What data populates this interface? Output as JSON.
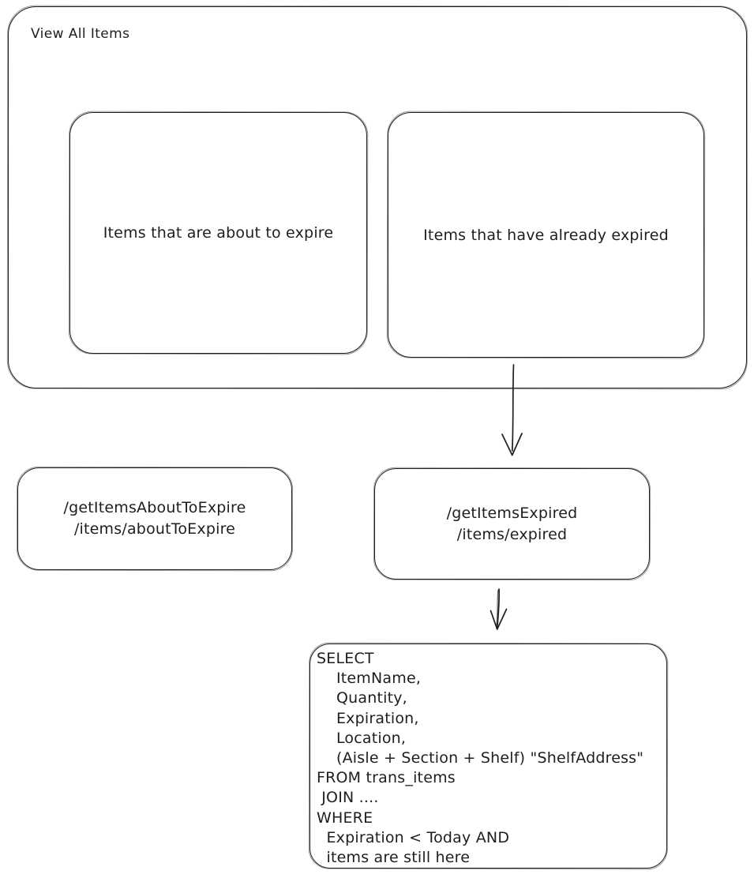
{
  "canvas": {
    "background": "#ffffff",
    "stroke": "#1e1e1e"
  },
  "outer_box": {
    "title": "View All Items"
  },
  "inner_boxes": {
    "about_to_expire": {
      "label": "Items that are about to expire"
    },
    "already_expired": {
      "label": "Items that have already expired"
    }
  },
  "endpoints": {
    "about_to_expire": {
      "lines": [
        "/getItemsAboutToExpire",
        "/items/aboutToExpire"
      ]
    },
    "expired": {
      "lines": [
        "/getItemsExpired",
        "/items/expired"
      ]
    }
  },
  "sql_box": {
    "lines": [
      "SELECT",
      "    ItemName,",
      "    Quantity,",
      "    Expiration,",
      "    Location,",
      "    (Aisle + Section + Shelf) \"ShelfAddress\"",
      "FROM trans_items",
      " JOIN ....",
      "WHERE",
      "  Expiration < Today AND",
      "  items are still here"
    ]
  },
  "edges": [
    {
      "from": "items-already-expired",
      "to": "endpoint-expired",
      "direction": "down"
    },
    {
      "from": "endpoint-expired",
      "to": "sql-query",
      "direction": "down"
    }
  ]
}
